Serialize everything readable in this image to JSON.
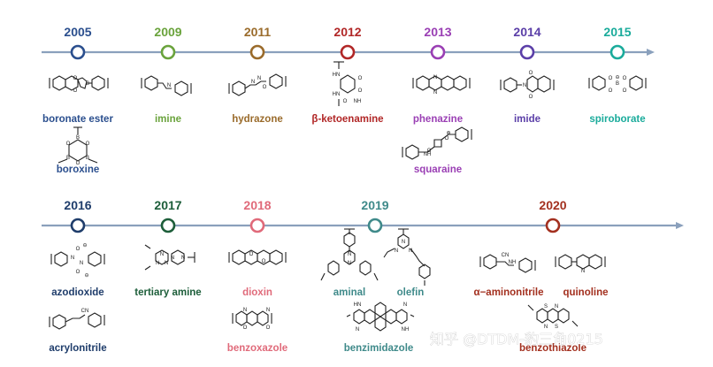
{
  "timeline_rows": [
    {
      "milestones": [
        {
          "year": "2005",
          "color": "#2b4f8e",
          "linkages": [
            {
              "name": "boronate ester",
              "icon": "boronate-ester-structure"
            },
            {
              "name": "boroxine",
              "icon": "boroxine-structure"
            }
          ]
        },
        {
          "year": "2009",
          "color": "#6aa33c",
          "linkages": [
            {
              "name": "imine",
              "icon": "imine-structure"
            }
          ]
        },
        {
          "year": "2011",
          "color": "#9a6b2b",
          "linkages": [
            {
              "name": "hydrazone",
              "icon": "hydrazone-structure"
            }
          ]
        },
        {
          "year": "2012",
          "color": "#b12727",
          "linkages": [
            {
              "name": "β-ketoenamine",
              "icon": "beta-ketoenamine-structure"
            }
          ]
        },
        {
          "year": "2013",
          "color": "#9a3fb4",
          "linkages": [
            {
              "name": "phenazine",
              "icon": "phenazine-structure"
            },
            {
              "name": "squaraine",
              "icon": "squaraine-structure"
            }
          ]
        },
        {
          "year": "2014",
          "color": "#5b3fa8",
          "linkages": [
            {
              "name": "imide",
              "icon": "imide-structure"
            }
          ]
        },
        {
          "year": "2015",
          "color": "#1aab9b",
          "linkages": [
            {
              "name": "spiroborate",
              "icon": "spiroborate-structure"
            }
          ]
        }
      ]
    },
    {
      "milestones": [
        {
          "year": "2016",
          "color": "#1f3d6b",
          "linkages": [
            {
              "name": "azodioxide",
              "icon": "azodioxide-structure"
            },
            {
              "name": "acrylonitrile",
              "icon": "acrylonitrile-structure"
            }
          ]
        },
        {
          "year": "2017",
          "color": "#1d5e3a",
          "linkages": [
            {
              "name": "tertiary amine",
              "icon": "tertiary-amine-structure"
            }
          ]
        },
        {
          "year": "2018",
          "color": "#e06a7a",
          "linkages": [
            {
              "name": "dioxin",
              "icon": "dioxin-structure"
            },
            {
              "name": "benzoxazole",
              "icon": "benzoxazole-structure"
            }
          ]
        },
        {
          "year": "2019",
          "color": "#3f8a8a",
          "linkages": [
            {
              "name": "aminal",
              "icon": "aminal-structure"
            },
            {
              "name": "olefin",
              "icon": "olefin-structure"
            },
            {
              "name": "benzimidazole",
              "icon": "benzimidazole-structure"
            }
          ]
        },
        {
          "year": "2020",
          "color": "#a3301f",
          "linkages": [
            {
              "name": "α−aminonitrile",
              "icon": "alpha-aminonitrile-structure"
            },
            {
              "name": "quinoline",
              "icon": "quinoline-structure"
            },
            {
              "name": "benzothiazole",
              "icon": "benzothiazole-structure"
            }
          ]
        }
      ]
    }
  ],
  "watermark": "知乎 @DTDM-豹三角0215",
  "colors": {
    "axis": "#8aa0bc",
    "background": "#ffffff",
    "structure": "#222222"
  }
}
